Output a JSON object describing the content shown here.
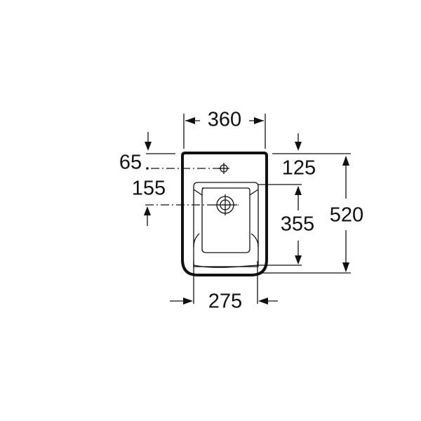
{
  "drawing": {
    "dimensions": {
      "overall_width": "360",
      "tap_hole_offset": "65",
      "drain_offset": "155",
      "top_to_bowl": "125",
      "bowl_length": "355",
      "overall_depth": "520",
      "bowl_width": "275"
    },
    "line_color": "#111111"
  }
}
